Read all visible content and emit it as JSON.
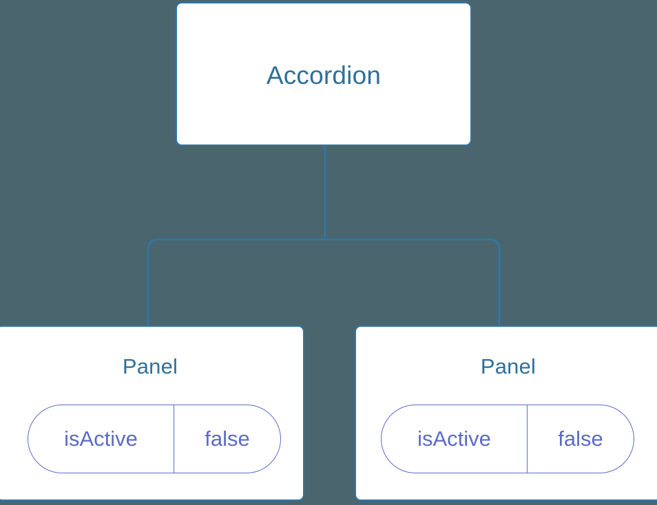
{
  "diagram": {
    "type": "component-tree",
    "background_color": "#4a656e",
    "node_border_color": "#2f77ab",
    "node_fill_color": "#ffffff",
    "title_color": "#2f6f99",
    "prop_color": "#5c6bc8",
    "edge_color": "#2f77ab",
    "root": {
      "label": "Accordion"
    },
    "children": [
      {
        "label": "Panel",
        "props": [
          {
            "key": "isActive",
            "value": "false"
          }
        ]
      },
      {
        "label": "Panel",
        "props": [
          {
            "key": "isActive",
            "value": "false"
          }
        ]
      }
    ]
  }
}
